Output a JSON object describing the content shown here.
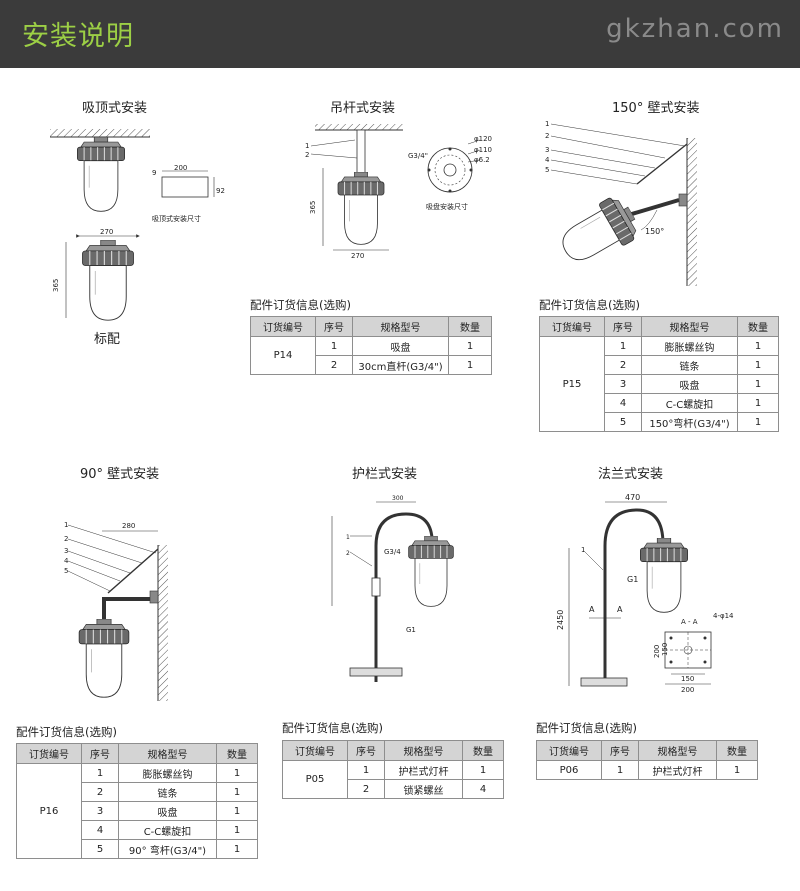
{
  "header": {
    "title": "安装说明",
    "watermark": "gkzhan.com"
  },
  "captions": {
    "ceiling": "吸顶式安装",
    "pendant": "吊杆式安装",
    "wall150": "150° 壁式安装",
    "standard": "标配",
    "wall90": "90° 壁式安装",
    "guardrail": "护栏式安装",
    "flange": "法兰式安装"
  },
  "figure_labels": {
    "ceiling_dims": {
      "w200": "200",
      "w9": "9",
      "h92": "92",
      "caption": "吸顶式安装尺寸"
    },
    "standard_dims": {
      "w270": "270",
      "h365": "365"
    },
    "pendant_dims": {
      "h365": "365",
      "w270": "270",
      "n1": "1",
      "n2": "2"
    },
    "suction_dims": {
      "d120": "φ120",
      "d110": "φ110",
      "d62": "φ6.2",
      "thread": "G3/4\"",
      "caption": "吸盘安装尺寸"
    },
    "wall150_dims": {
      "n1": "1",
      "n2": "2",
      "n3": "3",
      "n4": "4",
      "n5": "5",
      "angle": "150°"
    },
    "wall90_dims": {
      "w280": "280",
      "n1": "1",
      "n2": "2",
      "n3": "3",
      "n4": "4",
      "n5": "5"
    },
    "guardrail_dims": {
      "w300": "300",
      "thread": "G3/4",
      "n1": "1",
      "n2": "2",
      "g1": "G1"
    },
    "flange_dims": {
      "w470": "470",
      "h2450": "2450",
      "n1": "1",
      "g1": "G1",
      "a": "A",
      "aa": "A - A",
      "hole": "4-φ14",
      "w150": "150",
      "w200": "200",
      "h150": "150",
      "h200": "200"
    }
  },
  "tables": {
    "p14": {
      "title": "配件订货信息(选购)",
      "headers": [
        "订货编号",
        "序号",
        "规格型号",
        "数量"
      ],
      "code": "P14",
      "rows": [
        [
          "1",
          "吸盘",
          "1"
        ],
        [
          "2",
          "30cm直杆(G3/4\")",
          "1"
        ]
      ]
    },
    "p15": {
      "title": "配件订货信息(选购)",
      "headers": [
        "订货编号",
        "序号",
        "规格型号",
        "数量"
      ],
      "code": "P15",
      "rows": [
        [
          "1",
          "膨胀螺丝钩",
          "1"
        ],
        [
          "2",
          "链条",
          "1"
        ],
        [
          "3",
          "吸盘",
          "1"
        ],
        [
          "4",
          "C-C螺旋扣",
          "1"
        ],
        [
          "5",
          "150°弯杆(G3/4\")",
          "1"
        ]
      ]
    },
    "p16": {
      "title": "配件订货信息(选购)",
      "headers": [
        "订货编号",
        "序号",
        "规格型号",
        "数量"
      ],
      "code": "P16",
      "rows": [
        [
          "1",
          "膨胀螺丝钩",
          "1"
        ],
        [
          "2",
          "链条",
          "1"
        ],
        [
          "3",
          "吸盘",
          "1"
        ],
        [
          "4",
          "C-C螺旋扣",
          "1"
        ],
        [
          "5",
          "90° 弯杆(G3/4\")",
          "1"
        ]
      ]
    },
    "p05": {
      "title": "配件订货信息(选购)",
      "headers": [
        "订货编号",
        "序号",
        "规格型号",
        "数量"
      ],
      "code": "P05",
      "rows": [
        [
          "1",
          "护栏式灯杆",
          "1"
        ],
        [
          "2",
          "锁紧螺丝",
          "4"
        ]
      ]
    },
    "p06": {
      "title": "配件订货信息(选购)",
      "headers": [
        "订货编号",
        "序号",
        "规格型号",
        "数量"
      ],
      "code": "P06",
      "rows": [
        [
          "1",
          "护栏式灯杆",
          "1"
        ]
      ]
    }
  }
}
